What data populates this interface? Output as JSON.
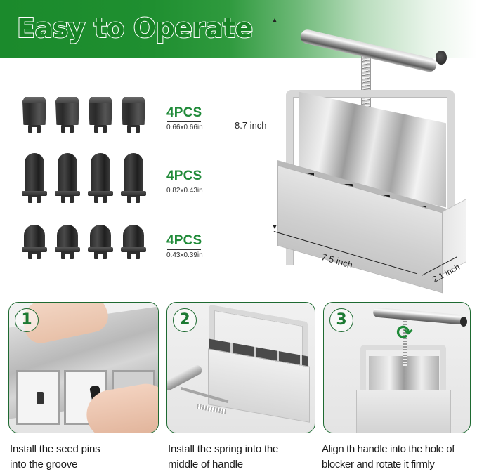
{
  "banner": {
    "title": "Easy to Operate",
    "colors": {
      "banner_green": "#1b8a2c",
      "title_fill": "#178326",
      "title_outline": "#ffffff"
    }
  },
  "pins": {
    "accent_color": "#1f8a38",
    "rows": [
      {
        "shape": "square-cap-pin",
        "count_label": "4PCS",
        "size": "0.66x0.66in"
      },
      {
        "shape": "tall-round-pin",
        "count_label": "4PCS",
        "size": "0.82x0.43in"
      },
      {
        "shape": "short-round-pin",
        "count_label": "4PCS",
        "size": "0.43x0.39in"
      }
    ]
  },
  "dimensions": {
    "height": "8.7 inch",
    "width": "7.5 inch",
    "depth": "2.1 inch"
  },
  "steps": {
    "border_color": "#1e6a31",
    "items": [
      {
        "number": "1",
        "caption_line1": "Install the seed pins",
        "caption_line2": "into the groove"
      },
      {
        "number": "2",
        "caption_line1": "Install the spring into the",
        "caption_line2": "middle of handle"
      },
      {
        "number": "3",
        "caption_line1": "Align th handle into the hole of",
        "caption_line2": "blocker and rotate it firmly"
      }
    ]
  },
  "icons": {
    "rotate_arrow": "⟳"
  }
}
